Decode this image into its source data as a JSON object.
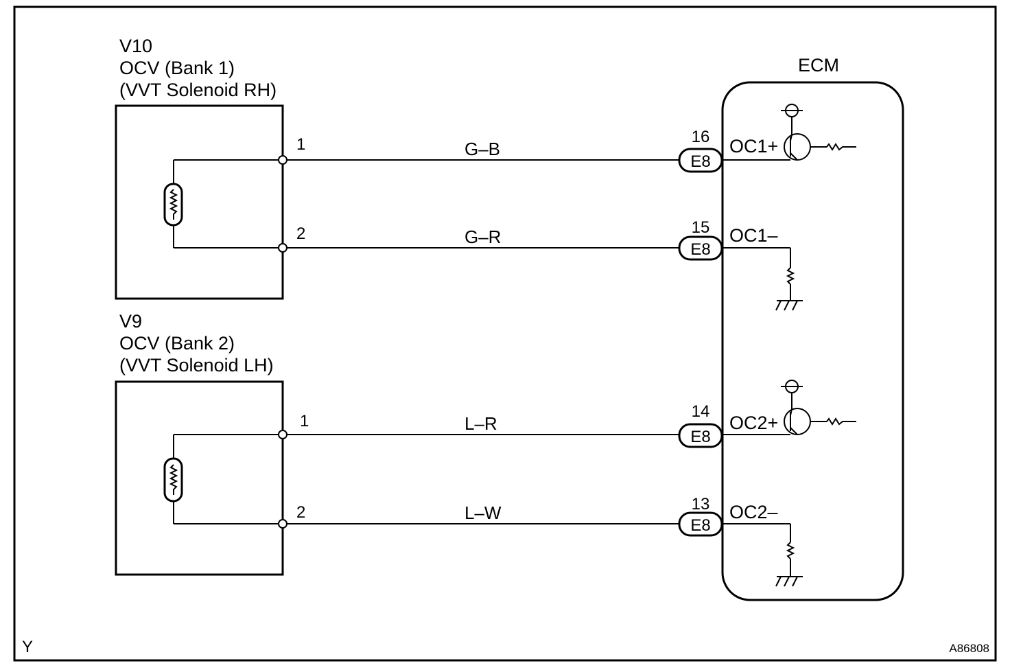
{
  "components": {
    "v10": {
      "code": "V10",
      "name": "OCV (Bank 1)",
      "desc": "(VVT Solenoid RH)"
    },
    "v9": {
      "code": "V9",
      "name": "OCV (Bank 2)",
      "desc": "(VVT Solenoid LH)"
    },
    "ecm": {
      "name": "ECM"
    }
  },
  "circuits": [
    {
      "pin": "1",
      "wire": "G–B",
      "ecm_pin": "16",
      "connector": "E8",
      "signal": "OC1+"
    },
    {
      "pin": "2",
      "wire": "G–R",
      "ecm_pin": "15",
      "connector": "E8",
      "signal": "OC1–"
    },
    {
      "pin": "1",
      "wire": "L–R",
      "ecm_pin": "14",
      "connector": "E8",
      "signal": "OC2+"
    },
    {
      "pin": "2",
      "wire": "L–W",
      "ecm_pin": "13",
      "connector": "E8",
      "signal": "OC2–"
    }
  ],
  "footer": {
    "left": "Y",
    "right": "A86808"
  }
}
